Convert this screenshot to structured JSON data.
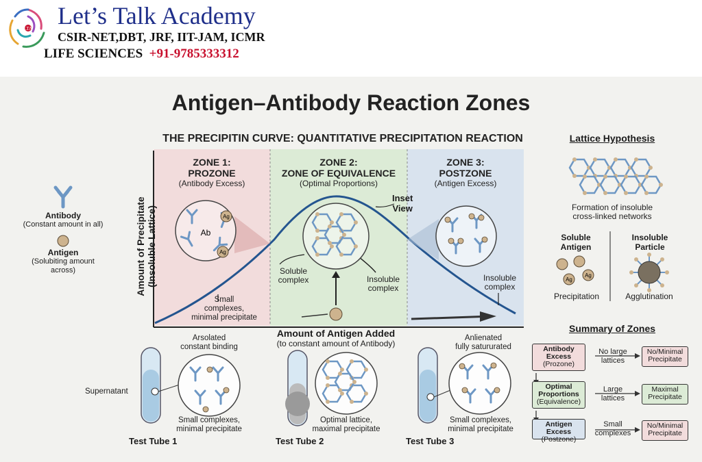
{
  "header": {
    "title": "Let’s Talk Academy",
    "line1": "CSIR-NET,DBT, JRF, IIT-JAM, ICMR",
    "line2_left": "LIFE SCIENCES",
    "line2_phone": "+91-9785333312",
    "logo_text": "LTA"
  },
  "diagram": {
    "title": "Antigen–Antibody Reaction Zones",
    "subtitle": "THE PRECIPITIN CURVE: QUANTITATIVE PRECIPITATION REACTION",
    "zones": [
      {
        "title1": "ZONE 1:",
        "title2": "PROZONE",
        "desc": "(Antibody Excess)"
      },
      {
        "title1": "ZONE 2:",
        "title2": "ZONE OF EQUIVALENCE",
        "desc": "(Optimal Proportions)"
      },
      {
        "title1": "ZONE 3:",
        "title2": "POSTZONE",
        "desc": "(Antigen Excess)"
      }
    ],
    "y_axis_1": "Amount of Precipitate",
    "y_axis_2": "(Insoluble Lattice)",
    "x_axis": "Amount of Antigen Added",
    "x_axis_sub": "(to constant amount of Antibody)",
    "inset_view_1": "Inset",
    "inset_view_2": "View",
    "ab_label": "Ab",
    "ag_label": "Ag",
    "annotations": {
      "small_1": "Small",
      "small_2": "complexes,",
      "small_3": "minimal precipitate",
      "soluble_1": "Soluble",
      "soluble_2": "complex",
      "insoluble_1": "Insoluble",
      "insoluble_2": "complex",
      "insoluble3_1": "Insoluble",
      "insoluble3_2": "complex"
    }
  },
  "legend": {
    "antibody_title": "Antibody",
    "antibody_desc": "(Constant amount in all)",
    "antigen_title": "Antigen",
    "antigen_desc_1": "(Solubiting amount",
    "antigen_desc_2": "across)"
  },
  "tubes": [
    {
      "top1": "Arsolated",
      "top2": "constant binding",
      "bottom1": "Small complexes,",
      "bottom2": "minimal precipitate",
      "label": "Test Tube 1"
    },
    {
      "top1": "",
      "top2": "",
      "bottom1": "Optimal lattice,",
      "bottom2": "maximal precipitate",
      "label": "Test Tube 2"
    },
    {
      "top1": "Anlienated",
      "top2": "fully satururated",
      "bottom1": "Small complexes,",
      "bottom2": "minimal precipitate",
      "label": "Test Tube 3"
    }
  ],
  "supernatant": "Supernatant",
  "lattice": {
    "title": "Lattice Hypothesis",
    "desc1": "Formation of insoluble",
    "desc2": "cross-linked networks",
    "soluble_1": "Soluble",
    "soluble_2": "Antigen",
    "insoluble_1": "Insoluble",
    "insoluble_2": "Particle",
    "precipitation": "Precipitation",
    "agglutination": "Agglutination"
  },
  "summary": {
    "title": "Summary of Zones",
    "rows": [
      {
        "zone1": "Antibody",
        "zone2": "Excess",
        "zone3": "(Prozone)",
        "mid1": "No large",
        "mid2": "lattices",
        "res1": "No/Minimal",
        "res2": "Precipitate"
      },
      {
        "zone1": "Optimal",
        "zone2": "Proportions",
        "zone3": "(Equivalence)",
        "mid1": "Large",
        "mid2": "lattices",
        "res1": "Maximal",
        "res2": "Precipitate"
      },
      {
        "zone1": "Antigen Excess",
        "zone2": "",
        "zone3": "(Postzone)",
        "mid1": "Small",
        "mid2": "complexes",
        "res1": "No/Minimal",
        "res2": "Precipitate"
      }
    ]
  },
  "colors": {
    "prozone": "#f2dcdc",
    "equivalence": "#dcebd6",
    "postzone": "#d9e3ee",
    "curve": "#24558f",
    "antibody": "#6d97c4",
    "antigen": "#cdb38e"
  }
}
